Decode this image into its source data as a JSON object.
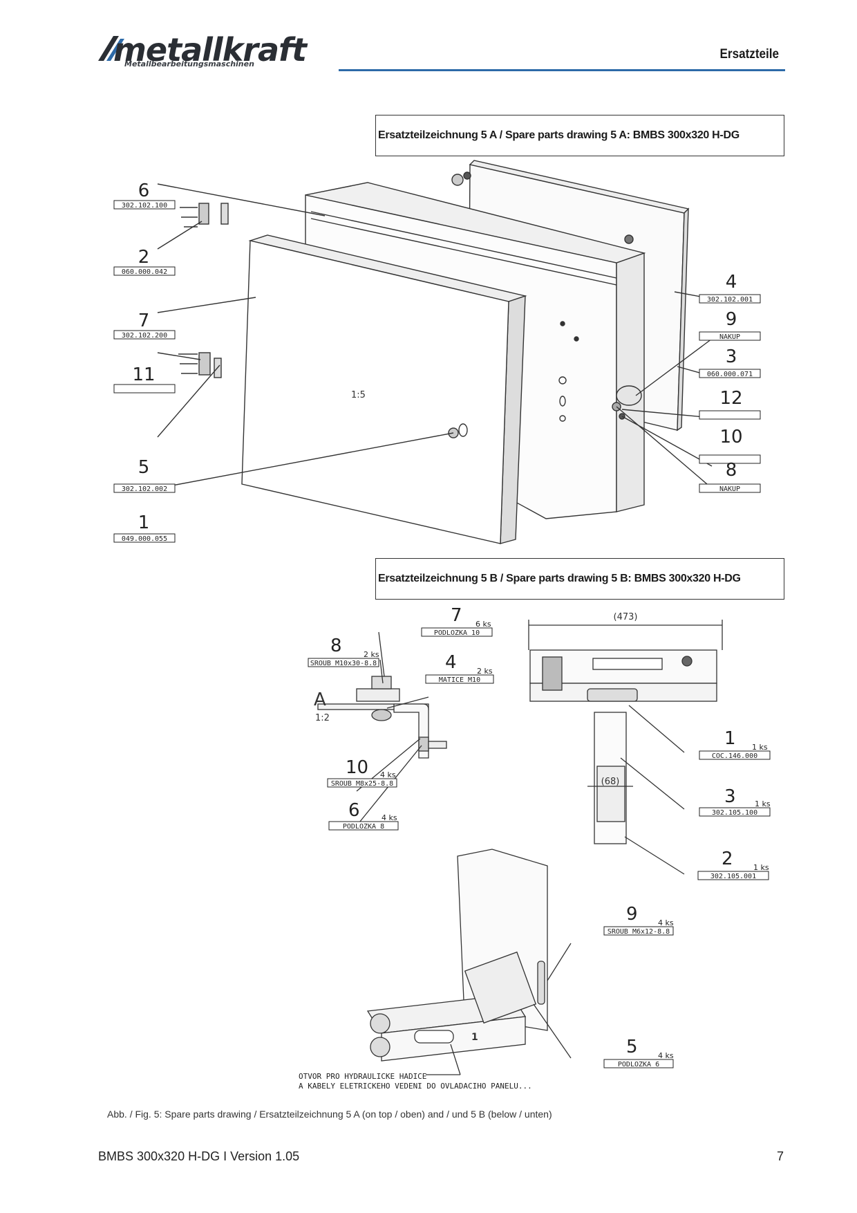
{
  "header": {
    "logo_text": "metallkraft",
    "logo_subtitle": "Metallbearbeitungsmaschinen",
    "section_title": "Ersatzteile"
  },
  "drawing_a": {
    "title": "Ersatzteilzeichnung 5 A / Spare parts drawing 5 A: BMBS 300x320 H-DG",
    "scale": "1:5",
    "callouts": [
      {
        "num": "6",
        "part": "302.102.100"
      },
      {
        "num": "2",
        "part": "060.000.042"
      },
      {
        "num": "7",
        "part": "302.102.200"
      },
      {
        "num": "11",
        "part": ""
      },
      {
        "num": "5",
        "part": "302.102.002"
      },
      {
        "num": "1",
        "part": "049.000.055"
      },
      {
        "num": "4",
        "part": "302.102.001"
      },
      {
        "num": "9",
        "part": "NAKUP"
      },
      {
        "num": "3",
        "part": "060.000.071"
      },
      {
        "num": "12",
        "part": ""
      },
      {
        "num": "10",
        "part": ""
      },
      {
        "num": "8",
        "part": "NAKUP"
      }
    ]
  },
  "drawing_b": {
    "title": "Ersatzteilzeichnung 5 B / Spare parts drawing 5 B: BMBS 300x320 H-DG",
    "detail_label": "A",
    "detail_scale": "1:2",
    "dim_width": "(473)",
    "dim_column": "(68)",
    "callouts": [
      {
        "num": "7",
        "qty": "6 ks",
        "part": "PODLOZKA 10"
      },
      {
        "num": "8",
        "qty": "2 ks",
        "part": "SROUB M10x30-8.8"
      },
      {
        "num": "4",
        "qty": "2 ks",
        "part": "MATICE M10"
      },
      {
        "num": "10",
        "qty": "4 ks",
        "part": "SROUB M8x25-8.8"
      },
      {
        "num": "6",
        "qty": "4 ks",
        "part": "PODLOZKA 8"
      },
      {
        "num": "1",
        "qty": "1 ks",
        "part": "COC.146.000"
      },
      {
        "num": "3",
        "qty": "1 ks",
        "part": "302.105.100"
      },
      {
        "num": "2",
        "qty": "1 ks",
        "part": "302.105.001"
      },
      {
        "num": "9",
        "qty": "4 ks",
        "part": "SROUB M6x12-8.8"
      },
      {
        "num": "5",
        "qty": "4 ks",
        "part": "PODLOZKA 6"
      }
    ],
    "arm_label": "1",
    "note_line1": "OTVOR PRO HYDRAULICKE HADICE",
    "note_line2": "A KABELY ELETRICKEHO VEDENI DO OVLADACIHO PANELU..."
  },
  "caption": "Abb. / Fig. 5: Spare parts drawing / Ersatzteilzeichnung 5 A (on top / oben) and / und 5 B (below / unten)",
  "footer": {
    "model_version": "BMBS 300x320 H-DG I Version 1.05",
    "page_number": "7"
  }
}
